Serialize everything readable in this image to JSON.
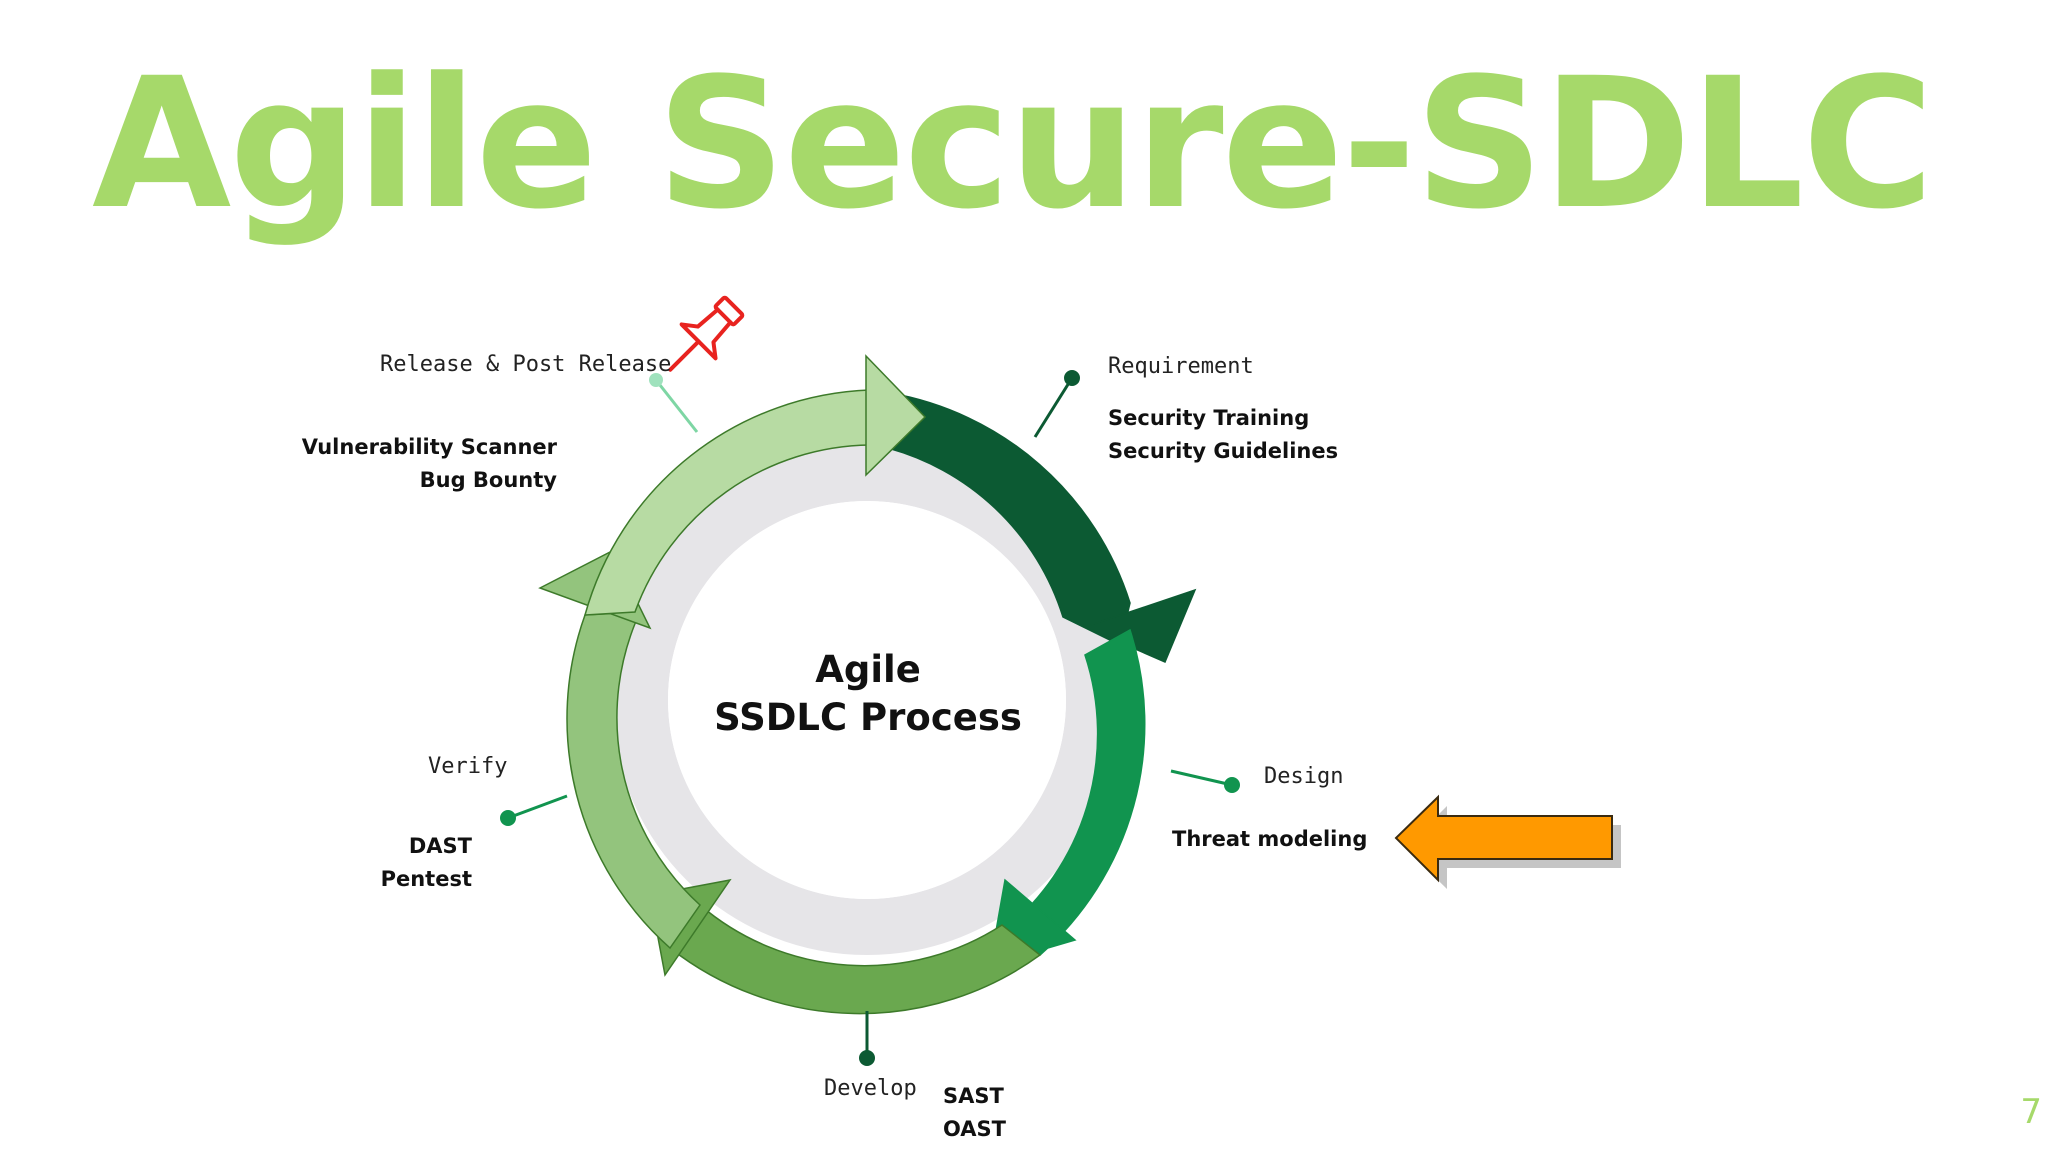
{
  "slide": {
    "title": "Agile Secure-SDLC",
    "page_number": "7",
    "colors": {
      "title": "#a6d96a",
      "phase_requirement": "#0c5a33",
      "phase_design": "#11944f",
      "phase_develop": "#6aa84f",
      "phase_verify": "#93c47d",
      "phase_release": "#b7dba3",
      "inner_ring": "#e6e5e8",
      "callout_arrow": "#ff9900",
      "pin": "#e8231f"
    }
  },
  "diagram": {
    "center_line1": "Agile",
    "center_line2": "SSDLC Process",
    "phases": {
      "requirement": {
        "label": "Requirement",
        "tools": [
          "Security Training",
          "Security Guidelines"
        ]
      },
      "design": {
        "label": "Design",
        "tools": [
          "Threat modeling"
        ]
      },
      "develop": {
        "label": "Develop",
        "tools": [
          "SAST",
          "OAST"
        ]
      },
      "verify": {
        "label": "Verify",
        "tools": [
          "DAST",
          "Pentest"
        ]
      },
      "release": {
        "label": "Release & Post Release",
        "tools": [
          "Vulnerability Scanner",
          "Bug Bounty"
        ]
      }
    },
    "icons": {
      "pin": "pushpin-icon",
      "callout": "left-arrow-icon"
    }
  }
}
